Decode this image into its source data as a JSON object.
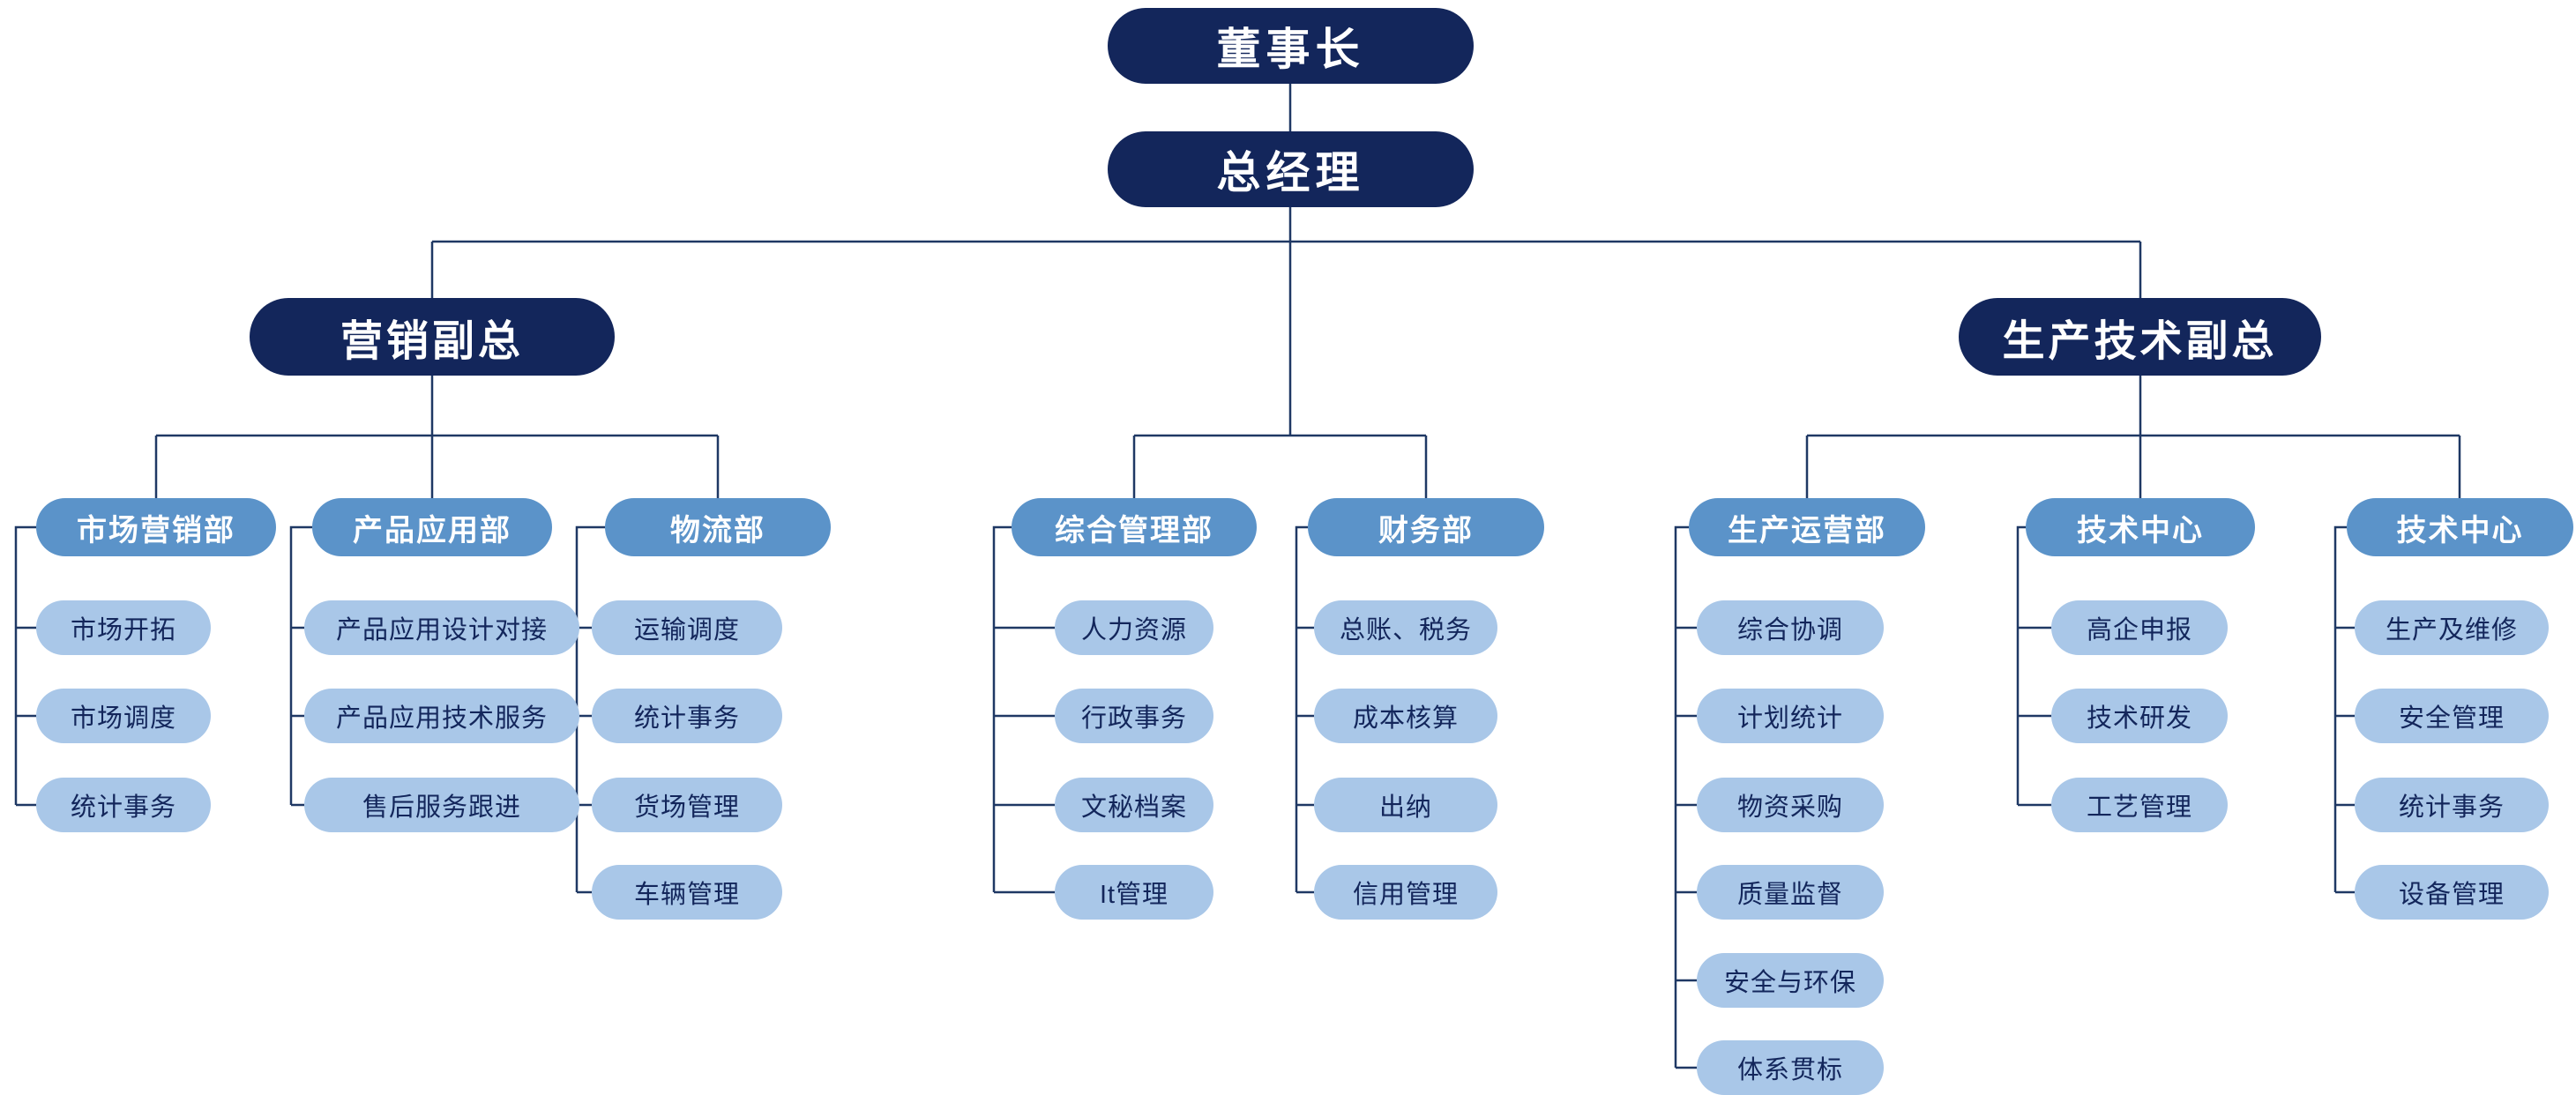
{
  "org_chart": {
    "chairman": "董事长",
    "general_manager": "总经理",
    "vp_left": "营销副总",
    "vp_right": "生产技术副总",
    "departments": [
      {
        "name": "市场营销部",
        "units": [
          "市场开拓",
          "市场调度",
          "统计事务"
        ]
      },
      {
        "name": "产品应用部",
        "units": [
          "产品应用设计对接",
          "产品应用技术服务",
          "售后服务跟进"
        ]
      },
      {
        "name": "物流部",
        "units": [
          "运输调度",
          "统计事务",
          "货场管理",
          "车辆管理"
        ]
      },
      {
        "name": "综合管理部",
        "units": [
          "人力资源",
          "行政事务",
          "文秘档案",
          "It管理"
        ]
      },
      {
        "name": "财务部",
        "units": [
          "总账、税务",
          "成本核算",
          "出纳",
          "信用管理"
        ]
      },
      {
        "name": "生产运营部",
        "units": [
          "综合协调",
          "计划统计",
          "物资采购",
          "质量监督",
          "安全与环保",
          "体系贯标"
        ]
      },
      {
        "name": "技术中心",
        "units": [
          "高企申报",
          "技术研发",
          "工艺管理"
        ]
      },
      {
        "name": "技术中心",
        "units": [
          "生产及维修",
          "安全管理",
          "统计事务",
          "设备管理"
        ]
      }
    ],
    "colors": {
      "exec_fill": "#13265B",
      "dept_fill": "#5B93C9",
      "unit_fill": "#A9C7E8",
      "unit_text": "#13265B",
      "line": "#1F3864",
      "background": "#FFFFFF"
    }
  }
}
